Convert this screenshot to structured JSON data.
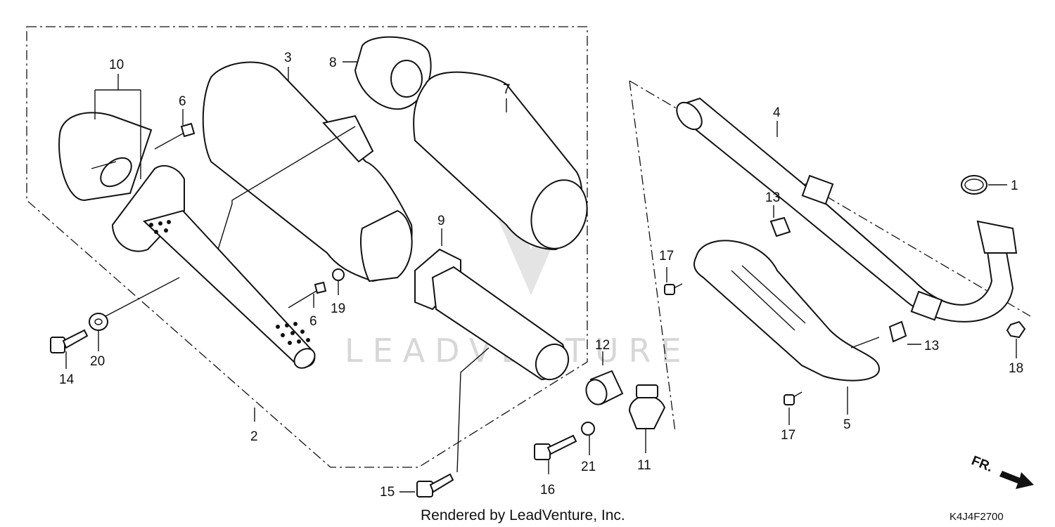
{
  "credit": "Rendered by LeadVenture, Inc.",
  "diagram_code": "K4J4F2700",
  "watermark": "LEADVENTURE",
  "front_marker": "FR.",
  "parts": {
    "p1": "1",
    "p2": "2",
    "p3": "3",
    "p4": "4",
    "p5": "5",
    "p6a": "6",
    "p6b": "6",
    "p7": "7",
    "p8": "8",
    "p9": "9",
    "p10": "10",
    "p11": "11",
    "p12": "12",
    "p13a": "13",
    "p13b": "13",
    "p14": "14",
    "p15": "15",
    "p16": "16",
    "p17a": "17",
    "p17b": "17",
    "p18": "18",
    "p19": "19",
    "p20": "20",
    "p21": "21"
  }
}
